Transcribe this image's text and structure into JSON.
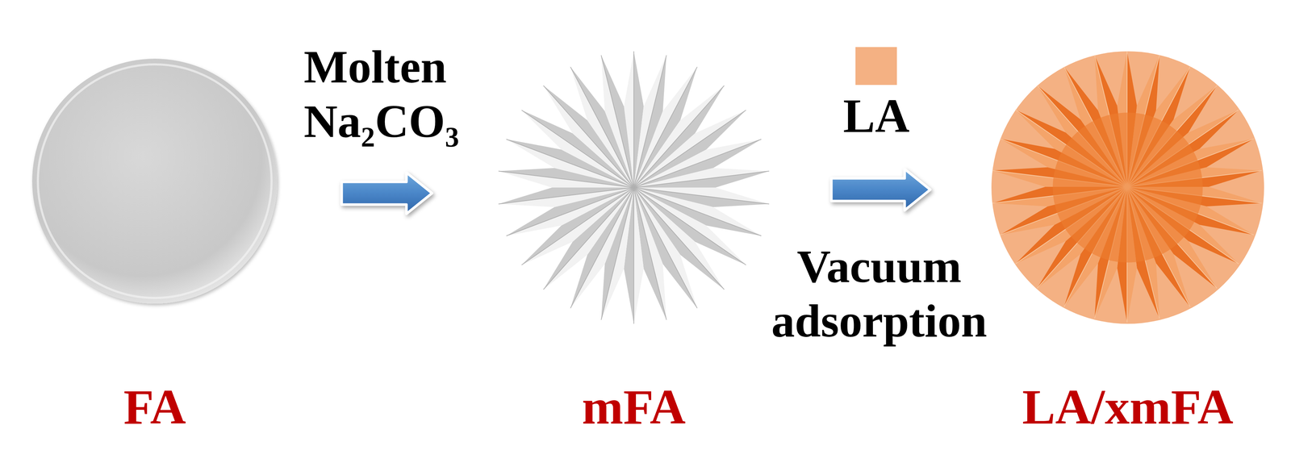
{
  "diagram": {
    "nodes": [
      {
        "text": [
          "FA"
        ]
      },
      {
        "text": [
          "mFA"
        ]
      },
      {
        "text": [
          "LA/xmFA"
        ]
      }
    ],
    "edges": [
      {
        "from": 0,
        "to": 1,
        "arrow": "to",
        "label": "Molten Na₂CO₃"
      },
      {
        "from": 1,
        "to": 2,
        "arrow": "to",
        "label": "Vacuum adsorption"
      }
    ],
    "legend": [
      {
        "text": "LA",
        "color": "#F4B183"
      }
    ]
  }
}
